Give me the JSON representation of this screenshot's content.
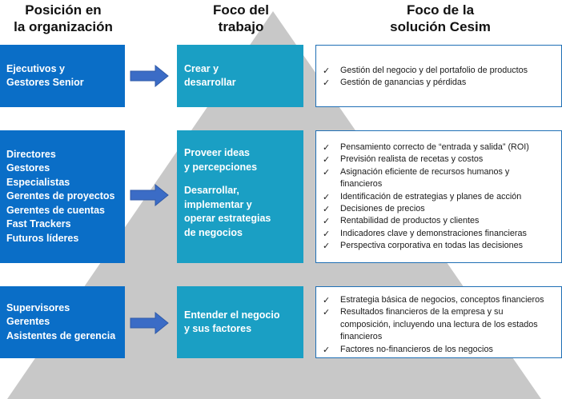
{
  "headers": {
    "position": [
      "Posición en",
      "la organización"
    ],
    "focus": [
      "Foco del",
      "trabajo"
    ],
    "solution": [
      "Foco de la",
      "solución Cesim"
    ]
  },
  "colors": {
    "role_box": "#0a6ec7",
    "focus_box": "#1a9fc4",
    "arrow": "#3b6cc6",
    "pyramid": "#c8c8c8",
    "solution_border": "#1f6fb5"
  },
  "rows": [
    {
      "roles": [
        "Ejecutivos y",
        "Gestores Senior"
      ],
      "focus": [
        "Crear y",
        "desarrollar"
      ],
      "solutions": [
        [
          "Gestión del negocio y del portafolio de productos"
        ],
        [
          "Gestión de ganancias y pérdidas"
        ]
      ]
    },
    {
      "roles": [
        "Directores",
        "Gestores",
        "Especialistas",
        "Gerentes de proyectos",
        "Gerentes de cuentas",
        "Fast Trackers",
        "Futuros líderes"
      ],
      "focus_a": [
        "Proveer ideas",
        "y percepciones"
      ],
      "focus_b": [
        "Desarrollar,",
        "implementar y",
        "operar estrategias",
        "de negocios"
      ],
      "solutions": [
        [
          "Pensamiento correcto de “entrada y salida” (ROI)"
        ],
        [
          "Previsión realista de recetas y costos"
        ],
        [
          "Asignación eficiente de recursos humanos y",
          "financieros"
        ],
        [
          "Identificación de estrategias y planes de acción"
        ],
        [
          "Decisiones de precios"
        ],
        [
          "Rentabilidad de productos y clientes"
        ],
        [
          "Indicadores clave y demonstraciones financieras"
        ],
        [
          "Perspectiva corporativa en todas las decisiones"
        ]
      ]
    },
    {
      "roles": [
        "Supervisores",
        "Gerentes",
        "Asistentes de gerencia"
      ],
      "focus": [
        "Entender el negocio",
        "y sus factores"
      ],
      "solutions": [
        [
          "Estrategia básica de negocios, conceptos financieros"
        ],
        [
          "Resultados financieros de la empresa y su",
          "composición, incluyendo una lectura de los estados",
          "financieros"
        ],
        [
          "Factores no-financieros de los negocios"
        ]
      ]
    }
  ],
  "check_mark": "✓"
}
